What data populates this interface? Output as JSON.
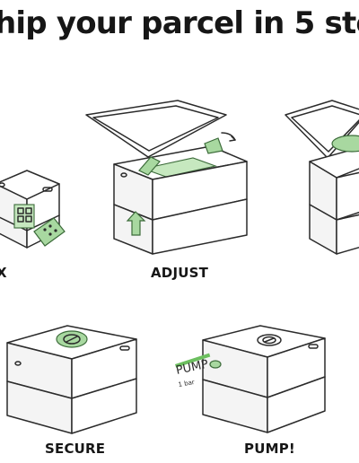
{
  "title": "hip your parcel in 5 ste",
  "colors": {
    "accent_green": "#a8d8a0",
    "ink": "#161616"
  },
  "steps": [
    {
      "label": "X"
    },
    {
      "label": "ADJUST"
    },
    {
      "label": "SECURE"
    },
    {
      "label": "PUMP!"
    }
  ],
  "pump_tag": {
    "text": "PUMP",
    "subtext": "1 bar"
  }
}
